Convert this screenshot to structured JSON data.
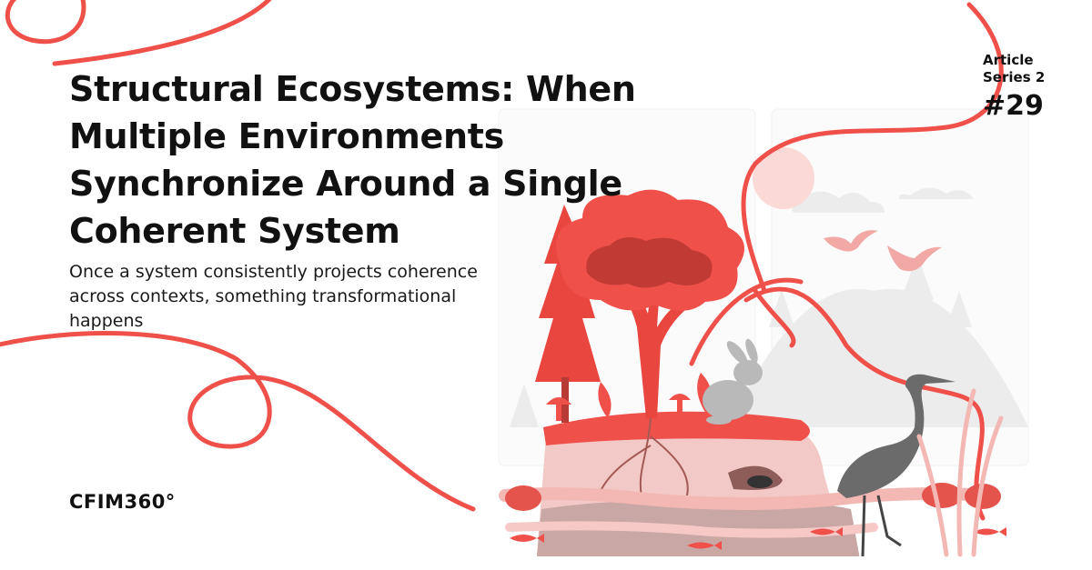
{
  "article": {
    "title": "Structural Ecosystems: When Multiple Environments Synchronize Around a Single Coherent System",
    "subtitle": "Once a system consistently projects coherence across contexts, something transformational happens"
  },
  "series": {
    "label": "Article Series 2",
    "number": "#29"
  },
  "brand": {
    "name": "CFIM360°"
  },
  "colors": {
    "accent": "#f0504a",
    "text": "#111111",
    "background": "#ffffff"
  },
  "illustration": {
    "icons": [
      "tree-icon",
      "rabbit-icon",
      "heron-icon",
      "bird-icon",
      "fish-icon",
      "mouse-icon",
      "sun-icon",
      "mushroom-icon"
    ]
  }
}
